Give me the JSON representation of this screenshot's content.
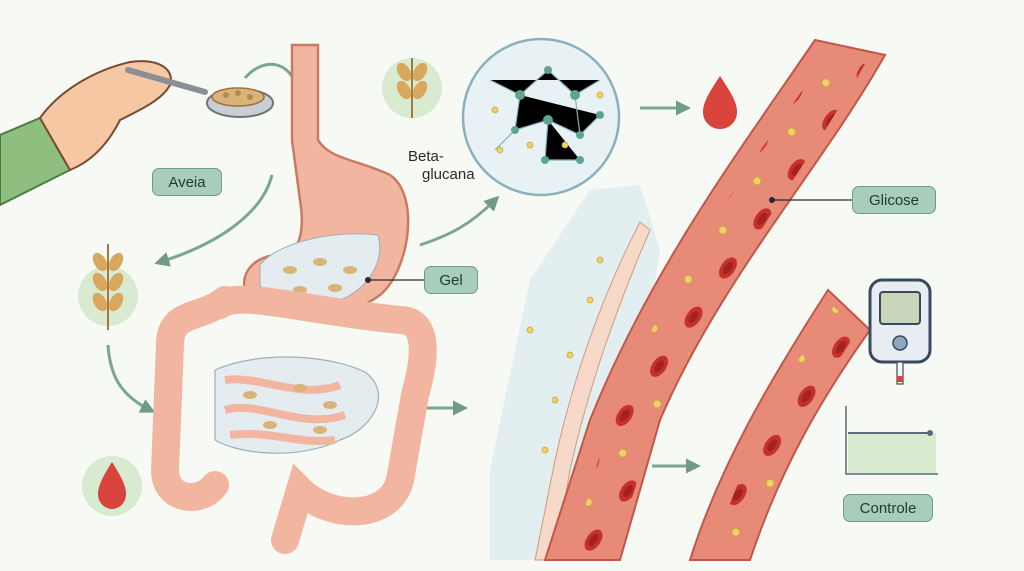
{
  "labels": {
    "oats": "Aveia",
    "gel": "Gel",
    "beta_line1": "Beta-",
    "beta_line2": "glucana",
    "glucose": "Glicose",
    "control": "Controle"
  },
  "colors": {
    "background": "#f7f9f5",
    "label_fill": "#a8cdb8",
    "label_border": "#6f9c83",
    "arrow": "#7aa88c",
    "blood": "#d9453c",
    "vessel_wall": "#e88a78",
    "stomach": "#f2b6a0",
    "sleeve": "#8fbf7f",
    "molecule": "#5ea58f"
  },
  "icons": [
    "hand-with-spoon-icon",
    "oat-stalk-icon",
    "blood-drop-icon",
    "glucometer-icon",
    "magnified-molecule-icon"
  ]
}
